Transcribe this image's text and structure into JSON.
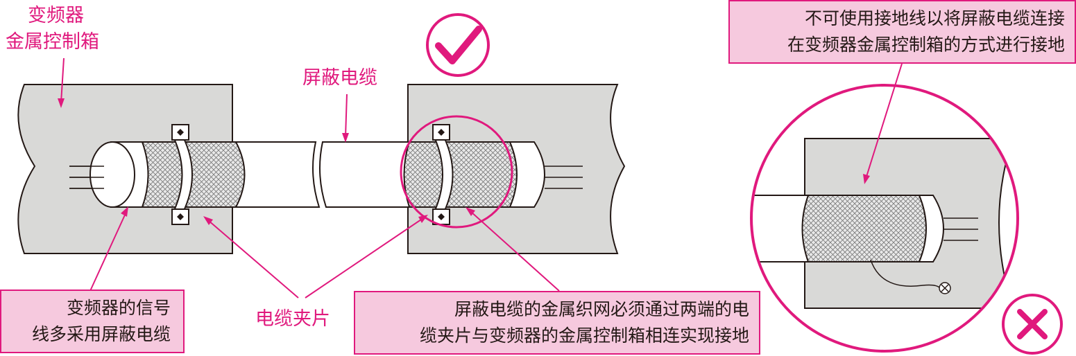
{
  "labels": {
    "vfd_box_line1": "变频器",
    "vfd_box_line2": "金属控制箱",
    "shielded_cable": "屏蔽电缆",
    "cable_clip": "电缆夹片"
  },
  "notes": {
    "signal_line1": "变频器的信号",
    "signal_line2": "线多采用屏蔽电缆",
    "ground_line1": "屏蔽电缆的金属织网必须通过两端的电",
    "ground_line2": "缆夹片与变频器的金属控制箱相连实现接地",
    "wrong_line1": "不可使用接地线以将屏蔽电缆连接",
    "wrong_line2": "在变频器金属控制箱的方式进行接地"
  },
  "marks": {
    "correct": "check-icon",
    "wrong": "cross-icon"
  },
  "colors": {
    "accent": "#e0197d",
    "note_fill": "#f6c9de",
    "panel": "#d9d9d7",
    "outline": "#231815"
  }
}
